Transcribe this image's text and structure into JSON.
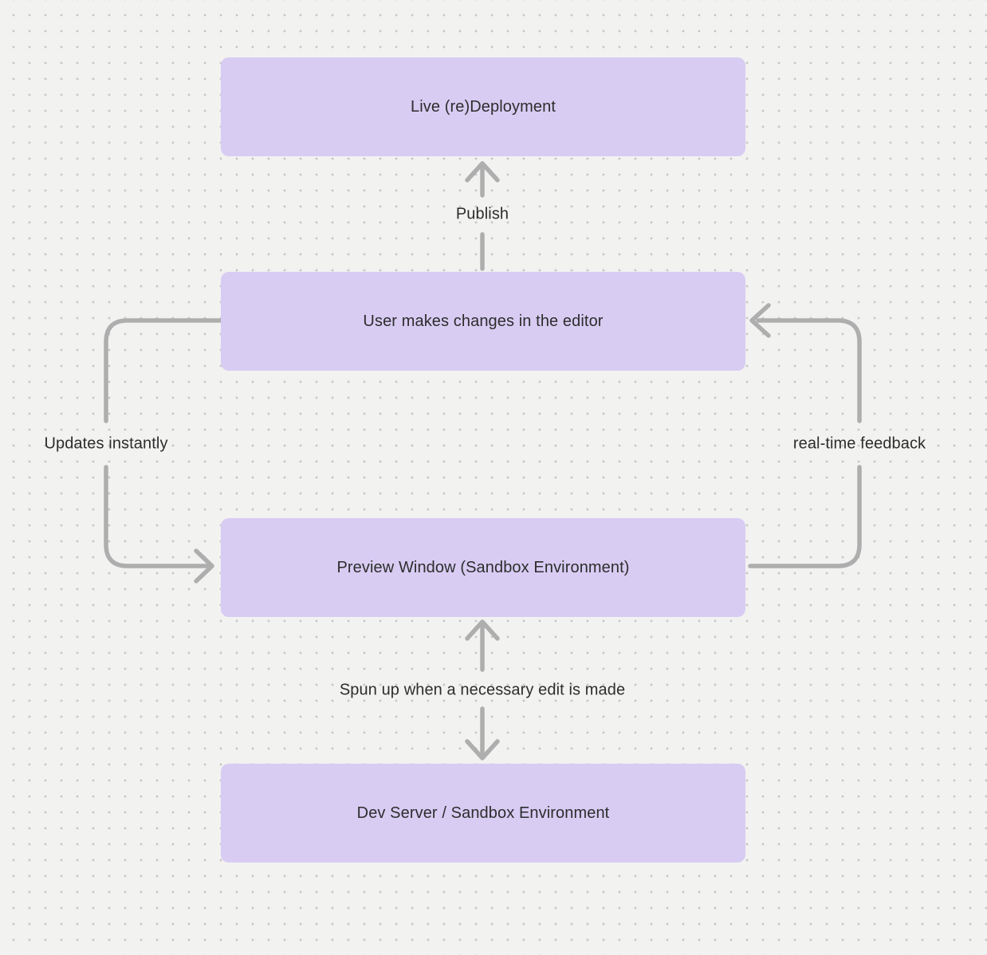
{
  "canvas": {
    "background_color": "#f2f2f1",
    "dot_color": "#c8c8c8",
    "node_fill_color": "#d8ccf3",
    "arrow_color": "#aeaeae",
    "text_color": "#2d2d2d"
  },
  "nodes": [
    {
      "id": "live-redeployment",
      "label": "Live (re)Deployment"
    },
    {
      "id": "user-editor",
      "label": "User makes changes in the editor"
    },
    {
      "id": "preview-window",
      "label": "Preview Window (Sandbox Environment)"
    },
    {
      "id": "dev-server",
      "label": "Dev Server / Sandbox Environment"
    }
  ],
  "edges": [
    {
      "id": "publish",
      "label": "Publish",
      "from": "user-editor",
      "to": "live-redeployment",
      "direction": "up"
    },
    {
      "id": "updates-instantly",
      "label": "Updates instantly",
      "from": "user-editor",
      "to": "preview-window",
      "direction": "left-loop-down"
    },
    {
      "id": "realtime-feedback",
      "label": "real-time feedback",
      "from": "preview-window",
      "to": "user-editor",
      "direction": "right-loop-up"
    },
    {
      "id": "spun-up",
      "label": "Spun up when a necessary edit is made",
      "from": "preview-window",
      "to": "dev-server",
      "direction": "bidirectional"
    }
  ]
}
